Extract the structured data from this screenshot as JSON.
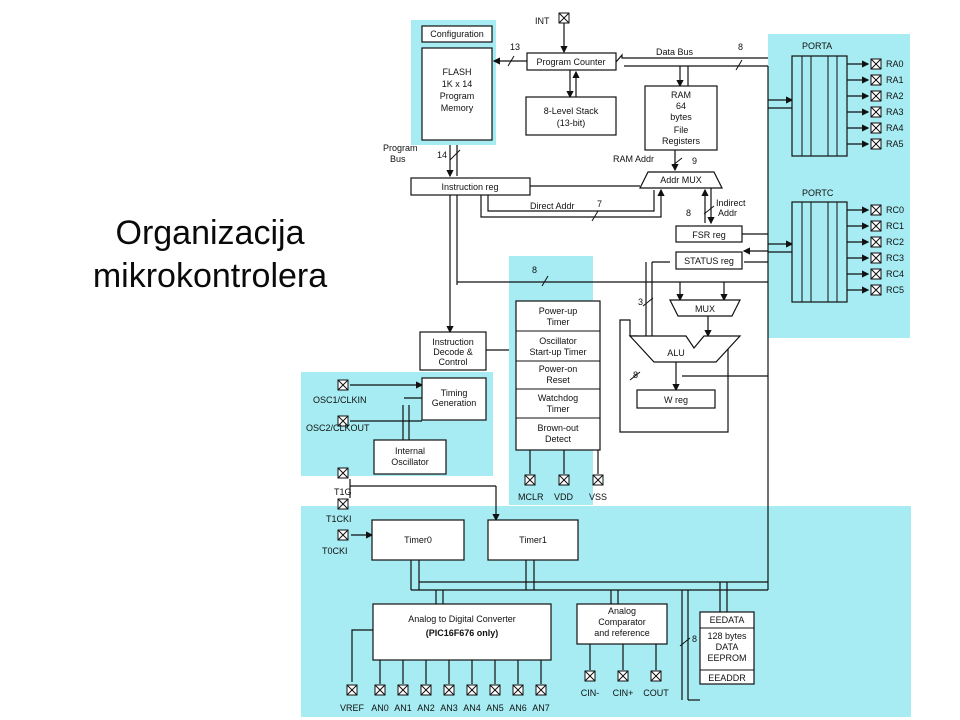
{
  "slide": {
    "title_line1": "Organizacija",
    "title_line2": "mikrokontrolera"
  },
  "colors": {
    "panel": "#a6ecf2",
    "line": "#111111",
    "box": "#ffffff",
    "background": "#ffffff"
  },
  "diagram": {
    "int_pin": "INT",
    "configuration": "Configuration",
    "flash": [
      "FLASH",
      "1K x 14",
      "Program",
      "Memory"
    ],
    "program_counter": "Program Counter",
    "stack": [
      "8-Level Stack",
      "(13-bit)"
    ],
    "ram": [
      "RAM",
      "64",
      "bytes",
      "File",
      "Registers"
    ],
    "ram_addr": "RAM Addr",
    "addr_mux": "Addr MUX",
    "data_bus": "Data Bus",
    "program_bus": [
      "Program",
      "Bus"
    ],
    "instruction_reg": "Instruction reg",
    "direct_addr": "Direct Addr",
    "indirect_addr": [
      "Indirect",
      "Addr"
    ],
    "fsr_reg": "FSR reg",
    "status_reg": "STATUS reg",
    "mux": "MUX",
    "alu": "ALU",
    "w_reg": "W reg",
    "instruction_decode": [
      "Instruction",
      "Decode &",
      "Control"
    ],
    "timing_generation": [
      "Timing",
      "Generation"
    ],
    "internal_oscillator": [
      "Internal",
      "Oscillator"
    ],
    "osc1": "OSC1/CLKIN",
    "osc2": "OSC2/CLKOUT",
    "power_blocks": [
      [
        "Power-up",
        "Timer"
      ],
      [
        "Oscillator",
        "Start-up Timer"
      ],
      [
        "Power-on",
        "Reset"
      ],
      [
        "Watchdog",
        "Timer"
      ],
      [
        "Brown-out",
        "Detect"
      ]
    ],
    "mclr": "MCLR",
    "vdd": "VDD",
    "vss": "VSS",
    "porta": {
      "title": "PORTA",
      "pins": [
        "RA0",
        "RA1",
        "RA2",
        "RA3",
        "RA4",
        "RA5"
      ]
    },
    "portc": {
      "title": "PORTC",
      "pins": [
        "RC0",
        "RC1",
        "RC2",
        "RC3",
        "RC4",
        "RC5"
      ]
    },
    "t1g": "T1G",
    "t1cki": "T1CKI",
    "t0cki": "T0CKI",
    "timer0": "Timer0",
    "timer1": "Timer1",
    "adc": [
      "Analog to Digital Converter",
      "(PIC16F676 only)"
    ],
    "comparator": [
      "Analog",
      "Comparator",
      "and reference"
    ],
    "eeprom": [
      "EEDATA",
      "128 bytes",
      "DATA",
      "EEPROM",
      "EEADDR"
    ],
    "vref": "VREF",
    "analog_pins": [
      "AN0",
      "AN1",
      "AN2",
      "AN3",
      "AN4",
      "AN5",
      "AN6",
      "AN7"
    ],
    "comparator_pins": [
      "CIN-",
      "CIN+",
      "COUT"
    ],
    "bus_widths": {
      "pc_to_flash": "13",
      "data_bus": "8",
      "program_bus": "14",
      "ram_addr": "9",
      "direct_addr": "7",
      "fsr": "8",
      "status_bus": "8",
      "mux_in": "3",
      "w_bus": "8",
      "eeprom_bus": "8"
    }
  }
}
